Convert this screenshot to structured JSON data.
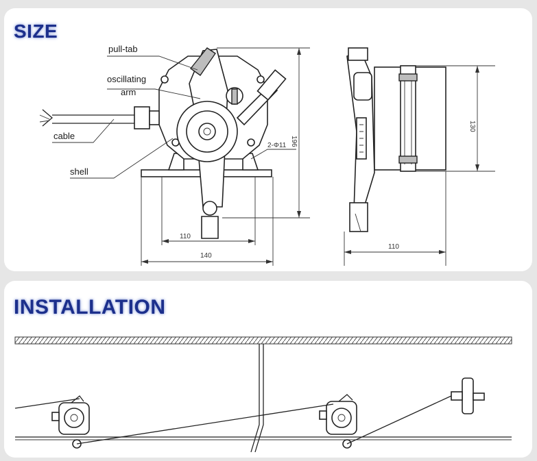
{
  "size_section": {
    "heading": "SIZE",
    "labels": {
      "pull_tab": "pull-tab",
      "oscillating": "oscillating",
      "arm": "arm",
      "cable": "cable",
      "shell": "shell"
    },
    "dimensions": {
      "height_front": "196",
      "hole_spec": "2-Φ11",
      "base_inner": "110",
      "base_outer": "140",
      "height_side": "130",
      "depth_side": "110"
    }
  },
  "installation_section": {
    "heading": "INSTALLATION"
  }
}
